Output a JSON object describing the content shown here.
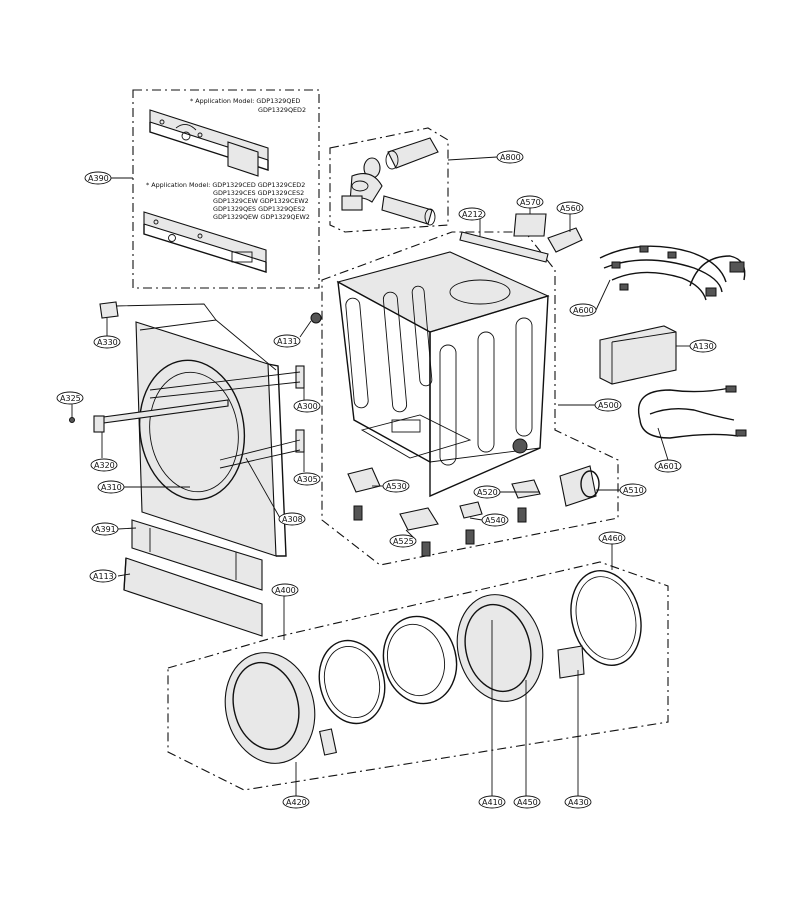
{
  "notes": {
    "top_heading": "* Application Model: GDP1329QED",
    "top_line2": "GDP1329QED2",
    "bottom_heading": "* Application Model: GDP1329CED  GDP1329CED2",
    "bottom_line2": "GDP1329CES  GDP1329CES2",
    "bottom_line3": "GDP1329CEW  GDP1329CEW2",
    "bottom_line4": "GDP1329QES  GDP1329QES2",
    "bottom_line5": "GDP1329QEW  GDP1329QEW2"
  },
  "labels": {
    "A390": "A390",
    "A800": "A800",
    "A570": "A570",
    "A560": "A560",
    "A212": "A212",
    "A600": "A600",
    "A330": "A330",
    "A131": "A131",
    "A130": "A130",
    "A325": "A325",
    "A300": "A300",
    "A500": "A500",
    "A320": "A320",
    "A601": "A601",
    "A305": "A305",
    "A310": "A310",
    "A530": "A530",
    "A520": "A520",
    "A510": "A510",
    "A308": "A308",
    "A540": "A540",
    "A391": "A391",
    "A525": "A525",
    "A460": "A460",
    "A113": "A113",
    "A400": "A400",
    "A420": "A420",
    "A410": "A410",
    "A450": "A450",
    "A430": "A430"
  }
}
